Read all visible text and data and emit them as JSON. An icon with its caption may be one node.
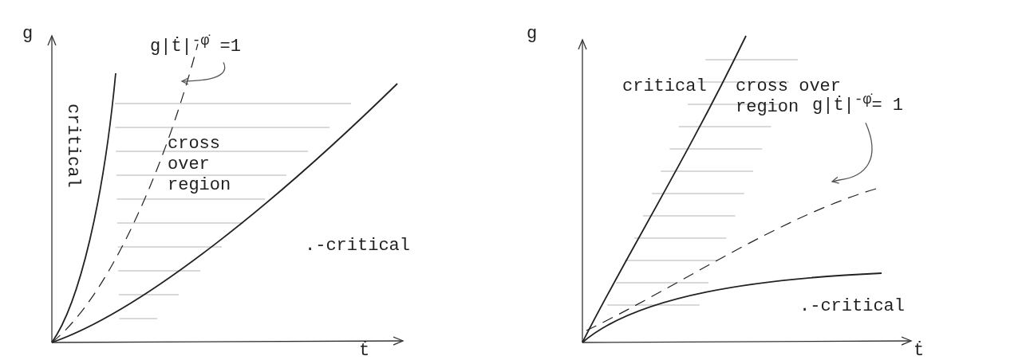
{
  "diagram": {
    "nodes": [
      {
        "text": [
          "g|ṫ|$^{-φ̇}$ =1"
        ]
      },
      {
        "text": [
          "g|ṫ|$^{-φ̇}$= 1"
        ]
      }
    ],
    "edges": [
      {
        "from": 0,
        "to": null,
        "arrow": "to"
      },
      {
        "from": 1,
        "to": null,
        "arrow": "to"
      }
    ],
    "labels": [
      "g",
      "critical",
      "cross over region",
      ".-critical",
      "ṫ",
      "g",
      "critical",
      "cross over region",
      ".-critical",
      "ṫ"
    ]
  }
}
